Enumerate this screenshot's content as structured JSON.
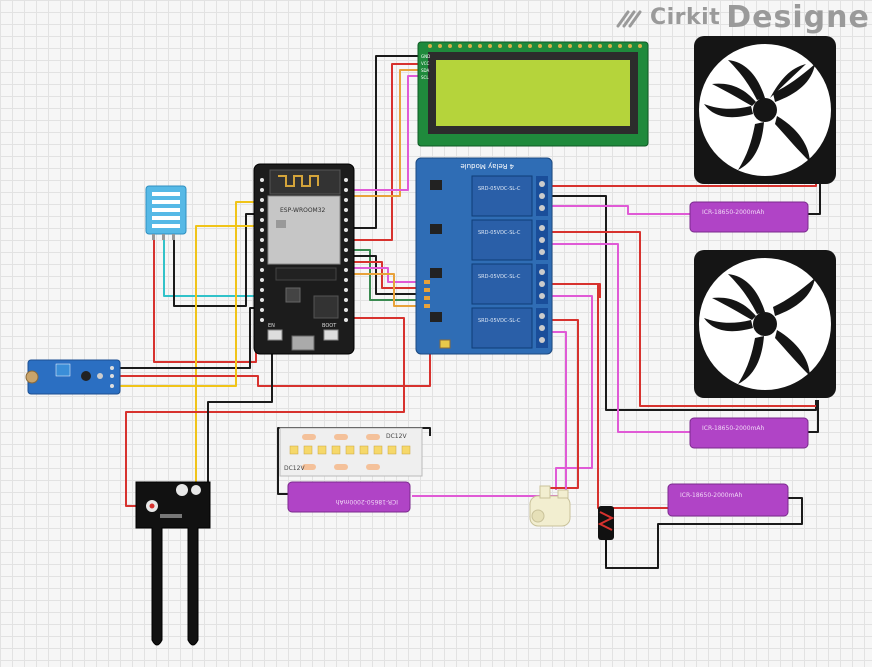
{
  "brand": {
    "name_part1": "Cirkit",
    "name_part2": "Designer"
  },
  "components": {
    "esp32": {
      "module_label": "ESP-WROOM32",
      "boot_label": "BOOT",
      "en_label": "EN"
    },
    "relay": {
      "title": "4 Relay Module",
      "relay_text": "SRD-05VDC-SL-C"
    },
    "lcd": {
      "pins": [
        "GND",
        "VCC",
        "SDA",
        "SCL"
      ]
    },
    "led_strip": {
      "label": "DC12V"
    },
    "battery": {
      "label": "ICR-18650-2000mAh"
    }
  },
  "colors": {
    "wire_red": "#d7322e",
    "wire_black": "#1a1a1a",
    "wire_orange": "#e8a23a",
    "wire_yellow": "#f0c419",
    "wire_pink": "#e05ad6",
    "wire_cyan": "#31c2c9",
    "wire_green": "#3a8a50",
    "lcd_screen": "#b5d43b",
    "relay_board": "#2f6db5",
    "battery": "#b044c6",
    "esp32_board": "#1c1c1c"
  }
}
